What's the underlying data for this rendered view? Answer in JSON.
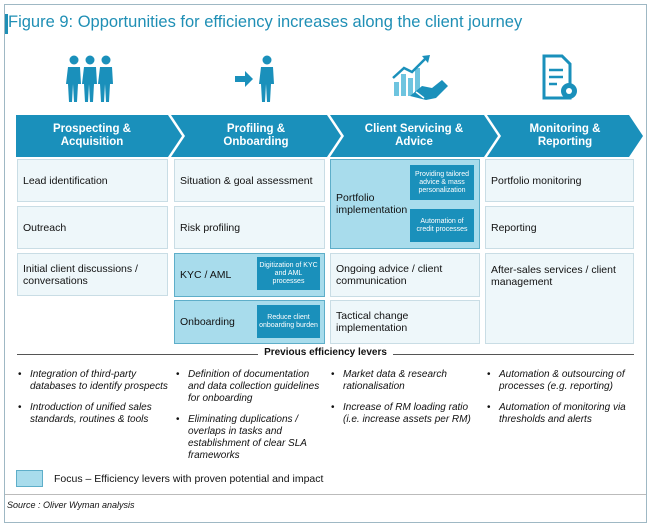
{
  "title": "Figure 9: Opportunities for efficiency increases along the client journey",
  "colors": {
    "accent": "#1f8fb5",
    "chevron": "#1a90bb",
    "focus": "#a8dcec",
    "cell": "#eef7fa"
  },
  "icons": [
    "team-icon",
    "person-arrow-icon",
    "handshake-chart-icon",
    "document-gear-icon"
  ],
  "stages": [
    {
      "label1": "Prospecting &",
      "label2": "Acquisition"
    },
    {
      "label1": "Profiling &",
      "label2": "Onboarding"
    },
    {
      "label1": "Client Servicing &",
      "label2": "Advice"
    },
    {
      "label1": "Monitoring &",
      "label2": "Reporting"
    }
  ],
  "cells": {
    "c1": [
      "Lead identification",
      "Outreach",
      "Initial client discussions / conversations"
    ],
    "c2": [
      "Situation & goal assessment",
      "Risk profiling",
      "KYC / AML",
      "Onboarding"
    ],
    "c3": [
      "Portfolio implementation",
      "Ongoing advice / client communication",
      "Tactical change implementation"
    ],
    "c4": [
      "Portfolio monitoring",
      "Reporting",
      "After-sales services / client management"
    ]
  },
  "levers": {
    "kyc": "Digitization of KYC and AML processes",
    "onboarding": "Reduce client onboarding burden",
    "advice": "Providing tailored advice & mass personalization",
    "credit": "Automation of credit processes"
  },
  "previous_title": "Previous efficiency levers",
  "previous": {
    "c1": [
      "Integration of third-party databases to identify prospects",
      "Introduction of unified sales standards, routines & tools"
    ],
    "c2": [
      "Definition of documentation and data collection guidelines for onboarding",
      "Eliminating duplications / overlaps in tasks and establishment of clear SLA frameworks"
    ],
    "c3": [
      "Market data & research rationalisation",
      "Increase of RM loading ratio (i.e. increase assets per RM)"
    ],
    "c4": [
      "Automation & outsourcing of processes (e.g. reporting)",
      "Automation of monitoring via thresholds and alerts"
    ]
  },
  "legend": "Focus – Efficiency levers with proven potential and impact",
  "source": "Source : Oliver Wyman analysis"
}
